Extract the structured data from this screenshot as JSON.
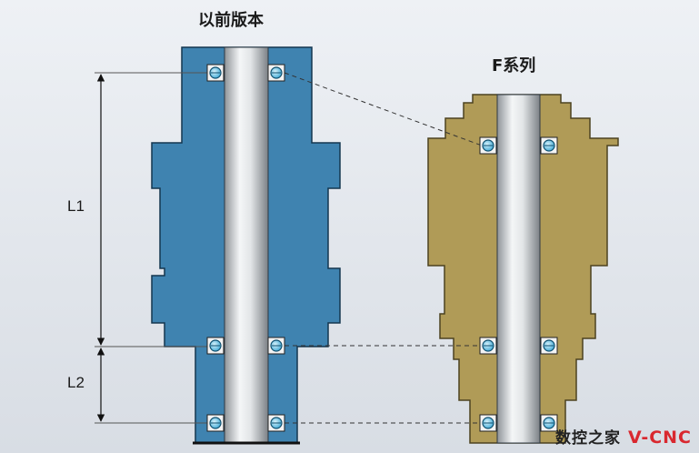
{
  "titles": {
    "left": "以前版本",
    "right": "F系列"
  },
  "dimensions": {
    "upper": "L1",
    "lower": "L2"
  },
  "watermark": {
    "chinese": "数控之家",
    "brand": "V-CNC"
  },
  "colors": {
    "previous_body": "#3f83b0",
    "f_series_body": "#b09b57",
    "shaft": "#d8dcdf",
    "bearing_ring": "#55b8e0",
    "brand_red": "#d9282f"
  }
}
